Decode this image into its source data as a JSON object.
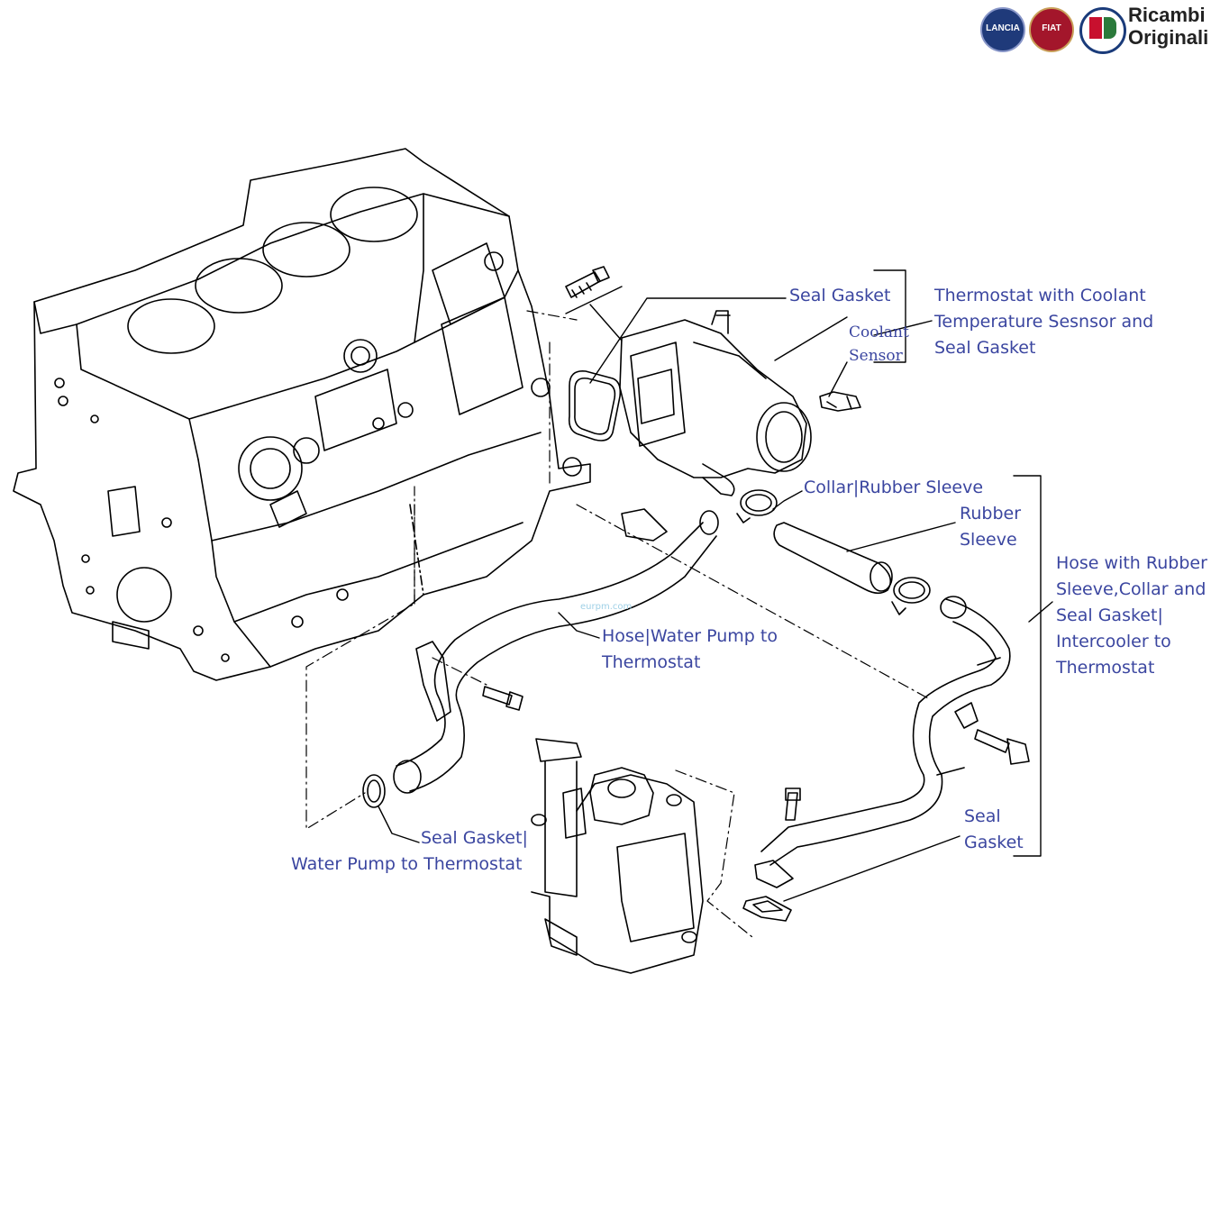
{
  "brand": {
    "line1": "Ricambi",
    "line2": "Originali",
    "logos": [
      {
        "name": "lancia",
        "text": "LANCIA",
        "color": "#1f3a7a"
      },
      {
        "name": "fiat",
        "text": "FIAT",
        "color": "#a3162b"
      },
      {
        "name": "alfa-romeo",
        "text": "",
        "color": "#ffffff"
      }
    ]
  },
  "watermark": "eurpm.com",
  "labels": {
    "seal_gasket_top": "Seal Gasket",
    "coolant_sensor_1": "Coolant",
    "coolant_sensor_2": "Sensor",
    "thermostat_1": "Thermostat with Coolant",
    "thermostat_2": "Temperature Sesnsor and",
    "thermostat_3": "Seal Gasket",
    "collar": "Collar|Rubber Sleeve",
    "rubber_sleeve_1": "Rubber",
    "rubber_sleeve_2": "Sleeve",
    "hose_intercooler_1": "Hose with Rubber",
    "hose_intercooler_2": "Sleeve,Collar and",
    "hose_intercooler_3": "Seal Gasket|",
    "hose_intercooler_4": "Intercooler to",
    "hose_intercooler_5": "Thermostat",
    "hose_pump_1": "Hose|Water Pump to",
    "hose_pump_2": "Thermostat",
    "seal_pump_1": "Seal Gasket|",
    "seal_pump_2": "Water Pump to Thermostat",
    "seal_bottom_1": "Seal",
    "seal_bottom_2": "Gasket"
  },
  "colors": {
    "label": "#3b46a0",
    "line": "#000000"
  }
}
